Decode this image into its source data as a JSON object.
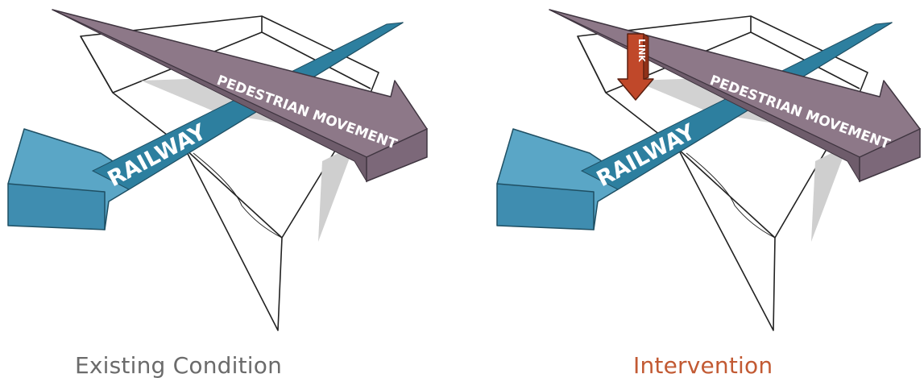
{
  "panels": [
    {
      "caption": "Existing Condition",
      "railway_label": "RAILWAY",
      "pedestrian_label": "PEDESTRIAN MOVEMENT"
    },
    {
      "caption": "Intervention",
      "railway_label": "RAILWAY",
      "pedestrian_label": "PEDESTRIAN MOVEMENT",
      "link_label": "LINK"
    }
  ],
  "colors": {
    "railway": "#5aa6c6",
    "railway_dark": "#2d7f9f",
    "pedestrian": "#8d7888",
    "pedestrian_dark": "#6e5c6b",
    "link": "#c0482a",
    "caption_existing": "#6b6b6b",
    "caption_intervention": "#c25a33"
  }
}
